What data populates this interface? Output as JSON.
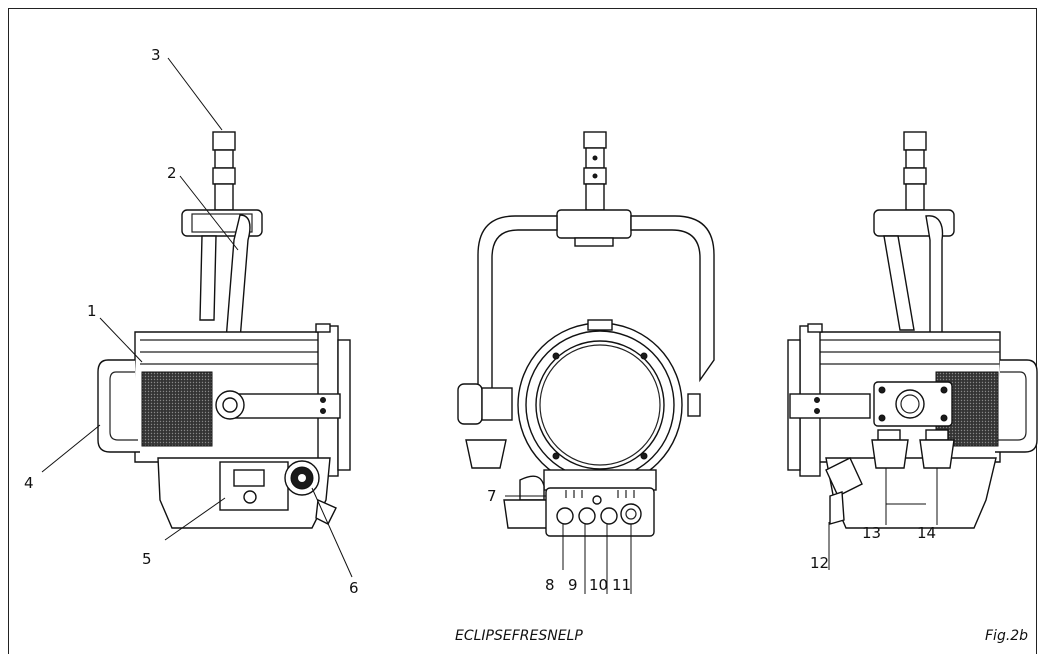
{
  "callouts": [
    "1",
    "2",
    "3",
    "4",
    "5",
    "6",
    "7",
    "8",
    "9",
    "10",
    "11",
    "12",
    "13",
    "14"
  ],
  "model_name": "ECLIPSEFRESNELP",
  "figure_label": "Fig.2b",
  "colors": {
    "line": "#111111",
    "background": "#ffffff",
    "grill": "#2a2a2a"
  }
}
